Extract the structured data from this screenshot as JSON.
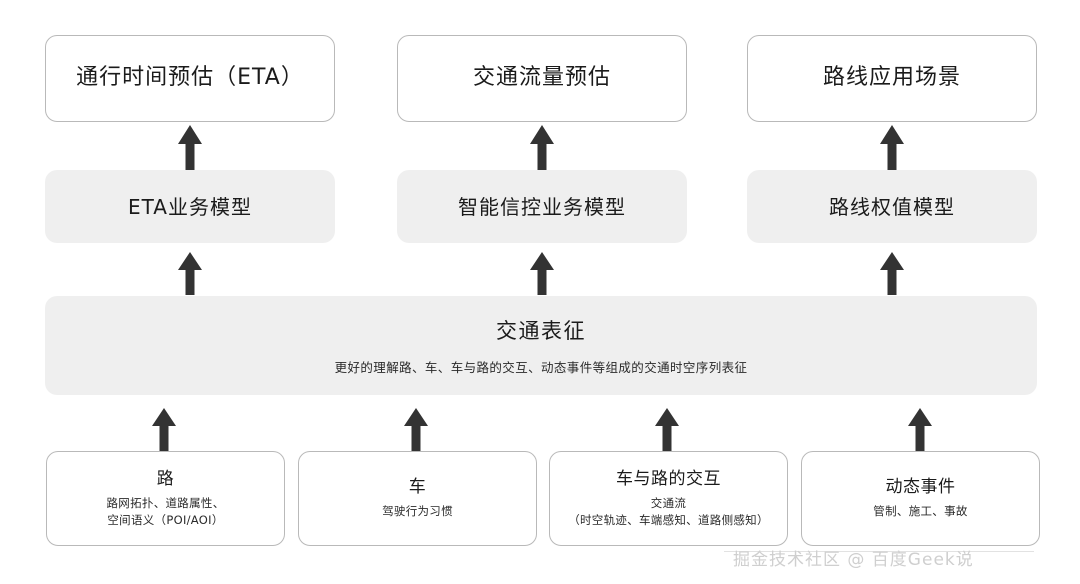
{
  "diagram": {
    "row_applications": [
      {
        "label": "通行时间预估（ETA）"
      },
      {
        "label": "交通流量预估"
      },
      {
        "label": "路线应用场景"
      }
    ],
    "row_models": [
      {
        "label": "ETA业务模型"
      },
      {
        "label": "智能信控业务模型"
      },
      {
        "label": "路线权值模型"
      }
    ],
    "band": {
      "title": "交通表征",
      "subtitle": "更好的理解路、车、车与路的交互、动态事件等组成的交通时空序列表征"
    },
    "row_inputs": [
      {
        "label": "路",
        "detail": "路网拓扑、道路属性、\n空间语义（POI/AOI）"
      },
      {
        "label": "车",
        "detail": "驾驶行为习惯"
      },
      {
        "label": "车与路的交互",
        "detail": "交通流\n（时空轨迹、车端感知、道路侧感知）"
      },
      {
        "label": "动态事件",
        "detail": "管制、施工、事故"
      }
    ],
    "arrows": {
      "up_icon": "arrow-up-icon",
      "count_top": 3,
      "count_mid": 3,
      "count_bottom": 4
    }
  },
  "watermark": {
    "text": "掘金技术社区 @ 百度Geek说"
  },
  "colors": {
    "box_fill": "#efefef",
    "box_border": "#b9b9b9",
    "arrow": "#333333",
    "text": "#1b1b1b",
    "background": "#ffffff",
    "watermark": "#cfcfcf"
  }
}
